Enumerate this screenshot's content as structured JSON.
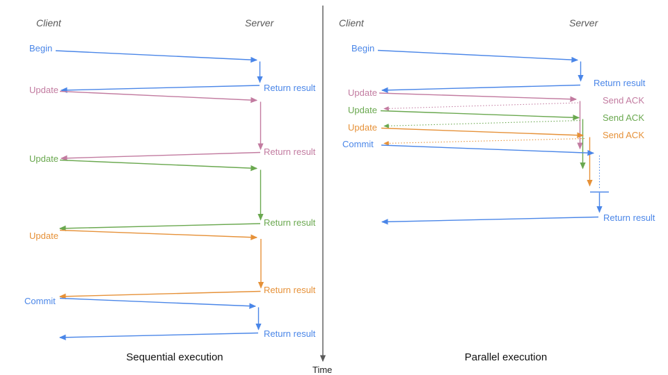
{
  "colors": {
    "blue": "#4a86e8",
    "magenta": "#c27ba0",
    "green": "#6aa84f",
    "orange": "#e69138",
    "axis_gray": "#595959",
    "caption_black": "#111111"
  },
  "time_axis": {
    "label": "Time"
  },
  "sequential": {
    "client_header": "Client",
    "server_header": "Server",
    "caption": "Sequential execution",
    "steps": [
      {
        "label": "Begin",
        "color": "blue"
      },
      {
        "label": "Update",
        "color": "magenta"
      },
      {
        "label": "Update",
        "color": "green"
      },
      {
        "label": "Update",
        "color": "orange"
      },
      {
        "label": "Commit",
        "color": "blue"
      }
    ],
    "results": [
      {
        "label": "Return result",
        "color": "blue"
      },
      {
        "label": "Return result",
        "color": "magenta"
      },
      {
        "label": "Return result",
        "color": "green"
      },
      {
        "label": "Return result",
        "color": "orange"
      },
      {
        "label": "Return result",
        "color": "blue"
      }
    ]
  },
  "parallel": {
    "client_header": "Client",
    "server_header": "Server",
    "caption": "Parallel execution",
    "steps": [
      {
        "label": "Begin",
        "color": "blue"
      },
      {
        "label": "Update",
        "color": "magenta"
      },
      {
        "label": "Update",
        "color": "green"
      },
      {
        "label": "Update",
        "color": "orange"
      },
      {
        "label": "Commit",
        "color": "blue"
      }
    ],
    "acks": [
      {
        "label": "Send ACK",
        "color": "magenta"
      },
      {
        "label": "Send ACK",
        "color": "green"
      },
      {
        "label": "Send ACK",
        "color": "orange"
      }
    ],
    "results": [
      {
        "label": "Return result",
        "color": "blue"
      },
      {
        "label": "Return result",
        "color": "blue"
      }
    ]
  }
}
